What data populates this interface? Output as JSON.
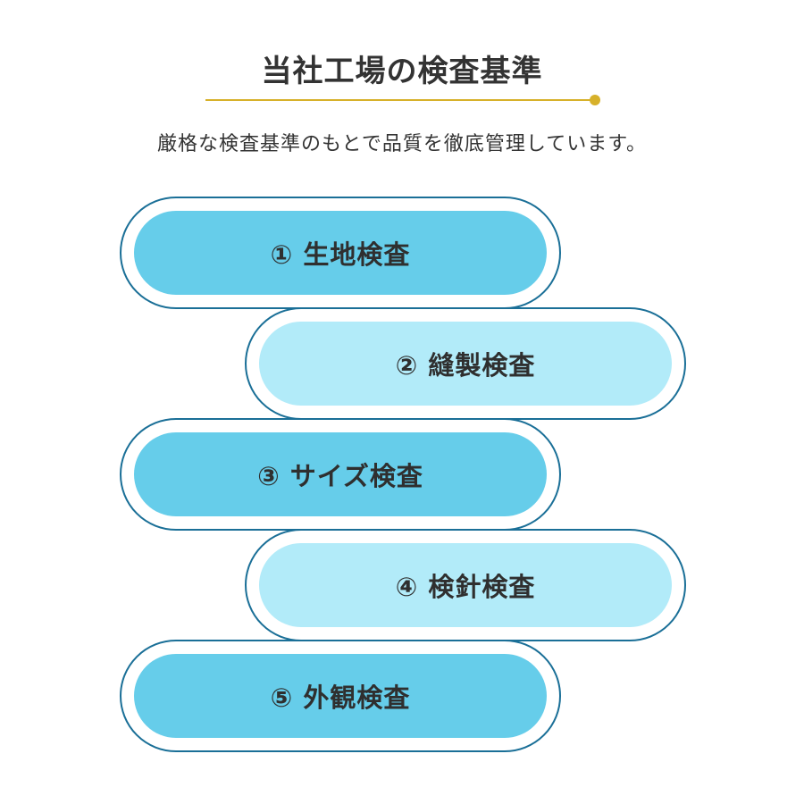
{
  "header": {
    "title": "当社工場の検査基準",
    "subtitle": "厳格な検査基準のもとで品質を徹底管理しています。"
  },
  "colors": {
    "accent": "#d7b12a",
    "pill_dark": "#66cdea",
    "pill_light": "#b2ebf9",
    "connector": "#147ea8",
    "outline": "#1a6f97"
  },
  "steps": [
    {
      "label": "① 生地検査"
    },
    {
      "label": "② 縫製検査"
    },
    {
      "label": "③ サイズ検査"
    },
    {
      "label": "④ 検針検査"
    },
    {
      "label": "⑤ 外観検査"
    }
  ]
}
